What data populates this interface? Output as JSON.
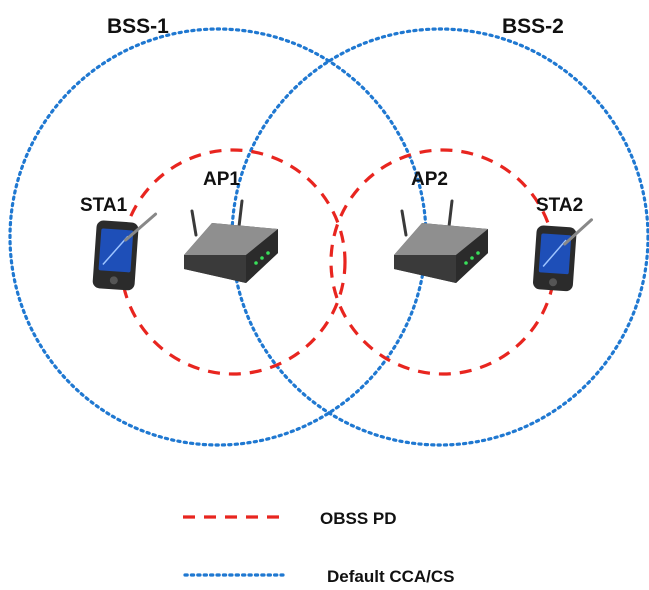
{
  "colors": {
    "dotted_circle": "#1f78d1",
    "dashed_circle": "#e8251f",
    "text": "#111111",
    "device_dark": "#2b2b2b",
    "screen_blue": "#1e4fb8"
  },
  "labels": {
    "bss1": "BSS-1",
    "bss2": "BSS-2",
    "ap1": "AP1",
    "ap2": "AP2",
    "sta1": "STA1",
    "sta2": "STA2"
  },
  "legend": {
    "obss_pd": {
      "label": "OBSS PD",
      "line_style": "dashed",
      "color": "#e8251f"
    },
    "default_cca": {
      "label": "Default CCA/CS",
      "line_style": "dotted",
      "color": "#1f78d1"
    }
  },
  "icons": {
    "ap1": "wireless-router-icon",
    "ap2": "wireless-router-icon",
    "sta1": "pda-handheld-icon",
    "sta2": "pda-handheld-icon"
  }
}
